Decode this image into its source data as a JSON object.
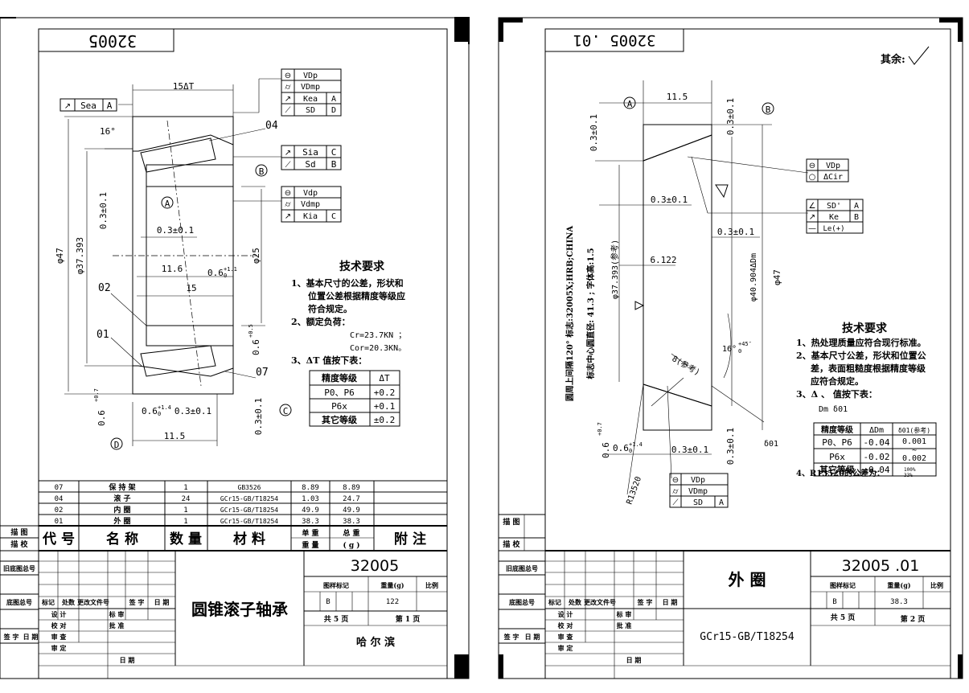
{
  "sheet1": {
    "part_number_mirror": "32005",
    "title_block_part_number": "32005",
    "drawing_name": "圆锥滚子轴承",
    "company": "哈 尔 滨",
    "weight_value": "122",
    "stage_mark": "B",
    "total_pages": "共 5 页",
    "page": "第 1 页",
    "tech_req_title": "技术要求",
    "tech_req": [
      "1、基本尺寸的公差，形状和",
      "位置公差根据精度等级应",
      "符合规定。",
      "2、额定负荷：",
      "Cr=23.7KN ；",
      "Cor=20.3KN。",
      "3、ΔT 值按下表："
    ],
    "grade_table": {
      "headers": [
        "精度等级",
        "ΔT"
      ],
      "rows": [
        [
          "P0、P6",
          "+0.2"
        ],
        [
          "P6x",
          "+0.1"
        ],
        [
          "其它等级",
          "±0.2"
        ]
      ]
    },
    "fcf_outer": [
      [
        "⊖",
        "VDp",
        ""
      ],
      [
        "⌭",
        "VDmp",
        ""
      ],
      [
        "↗",
        "Kea",
        "A"
      ],
      [
        "⟋",
        "SD",
        "D"
      ]
    ],
    "fcf_sia": [
      [
        "↗",
        "Sia",
        "C"
      ],
      [
        "⟋",
        "Sd",
        "B"
      ]
    ],
    "fcf_inner": [
      [
        "⊖",
        "Vdp",
        ""
      ],
      [
        "⌭",
        "Vdmp",
        ""
      ],
      [
        "↗",
        "Kia",
        "C"
      ]
    ],
    "fcf_sea": [
      "↗",
      "Sea",
      "A"
    ],
    "dims": {
      "width": "15ΔT",
      "angle": "16°",
      "part04": "04",
      "part02": "02",
      "part01": "01",
      "part07": "07",
      "d47": "φ47",
      "d37393": "φ37.393",
      "d25": "φ25",
      "c03a": "0.3±0.1",
      "c03b": "0.3±0.1",
      "c03c": "0.3±0.1",
      "c03d": "0.3±0.1",
      "w116": "11.6",
      "w15": "15",
      "w115": "11.5",
      "c06a": "0.6",
      "c06b": "0.6",
      "c06c": "0.6",
      "c06d": "0.6",
      "sup11": "+1.1",
      "sup0": "0",
      "sup14": "+1.4",
      "sup07": "+0.7",
      "sup05": "+0.5",
      "A": "A",
      "B": "B",
      "C": "C",
      "D": "D"
    },
    "bom": [
      [
        "07",
        "保 持 架",
        "1",
        "GB3526",
        "8.89",
        "8.89"
      ],
      [
        "04",
        "滚 子",
        "24",
        "GCr15-GB/T18254",
        "1.03",
        "24.7"
      ],
      [
        "02",
        "内 圈",
        "1",
        "GCr15-GB/T18254",
        "49.9",
        "49.9"
      ],
      [
        "01",
        "外 圈",
        "1",
        "GCr15-GB/T18254",
        "38.3",
        "38.3"
      ]
    ],
    "bom_header": [
      "代 号",
      "名 称",
      "数 量",
      "材 料",
      "单 重",
      "总 重",
      "附 注",
      "重 量",
      "( g )"
    ],
    "side_labels": [
      "描 图",
      "描 校",
      "旧底图总号",
      "底图总号",
      "签 字",
      "日 期"
    ],
    "tb_labels": [
      "标记",
      "处数",
      "更改文件号",
      "签 字",
      "日 期",
      "设 计",
      "标 审",
      "校 对",
      "批 准",
      "审 查",
      "审 定",
      "日 期",
      "图样标记",
      "重量(g)",
      "比例"
    ]
  },
  "sheet2": {
    "part_number_mirror": "32005 .01",
    "title_block_part_number": "32005 .01",
    "drawing_name": "外 圈",
    "material": "GCr15-GB/T18254",
    "stage_mark": "B",
    "weight_value": "38.3",
    "total_pages": "共 5 页",
    "page": "第 2 页",
    "rest_roughness": "其余:",
    "tech_req_title": "技术要求",
    "tech_req": [
      "1、热处理质量应符合现行标准。",
      "2、基本尺寸公差，形状和位置公",
      "差，表面粗糙度根据精度等级",
      "应符合规定。",
      "3、Δ 、 值按下表：",
      "Dm δ01"
    ],
    "note4": "4、R13520的公差为：",
    "grade_table": {
      "headers": [
        "精度等级",
        "ΔDm",
        "δ01(参考)"
      ],
      "rows": [
        [
          "P0、P6",
          "-0.04",
          "0.001"
        ],
        [
          "P6x",
          "-0.02",
          "0.002"
        ],
        [
          "其它等级",
          "±0.04",
          ""
        ]
      ]
    },
    "tilde": "~",
    "pct100": "100%",
    "pct33": "33%",
    "fcf_top": [
      [
        "⊖",
        "VDp",
        ""
      ],
      [
        "○",
        "ΔCir",
        ""
      ]
    ],
    "fcf_mid": [
      [
        "∠",
        "SD'",
        "A"
      ],
      [
        "↗",
        "Ke",
        "B"
      ],
      [
        "—",
        "Le(+)",
        ""
      ]
    ],
    "fcf_bot": [
      [
        "⊖",
        "VDp",
        ""
      ],
      [
        "⌭",
        "VDmp",
        ""
      ],
      [
        "⟋",
        "SD",
        "A"
      ]
    ],
    "vertical_note1": "圆周上间隔120° 标志:32005X;HRB;CHINA",
    "vertical_note2": "标志中心圆直径: 41.3 ; 字体高:1.5",
    "dims": {
      "w115": "11.5",
      "c03a": "0.3±0.1",
      "c03b": "0.3±0.1",
      "c03c": "0.3±0.1",
      "c03d": "0.3±0.1",
      "c03e": "0.3±0.1",
      "c03f": "0.3±0.1",
      "d6122": "6.122",
      "d37393": "φ37.393(参考)",
      "d40904": "φ40.904ΔDm",
      "d47": "φ47",
      "angle": "16°",
      "angle_tol_up": "+45″",
      "angle_tol_lo": "0",
      "ref8": "8(参考)",
      "c06a": "0.6",
      "c06b": "0.6",
      "sup07": "+0.7",
      "sup14": "+1.4",
      "sup0": "0",
      "r13520": "R13520",
      "delta01": "δ01",
      "A": "A",
      "B": "B"
    },
    "side_labels": [
      "描 图",
      "描 校",
      "旧底图总号",
      "底图总号",
      "签 字",
      "日 期"
    ],
    "tb_labels": [
      "标记",
      "处数",
      "更改文件号",
      "签 字",
      "日 期",
      "设 计",
      "标 审",
      "校 对",
      "批 准",
      "审 查",
      "审 定",
      "日 期",
      "图样标记",
      "重量(g)",
      "比例"
    ]
  }
}
